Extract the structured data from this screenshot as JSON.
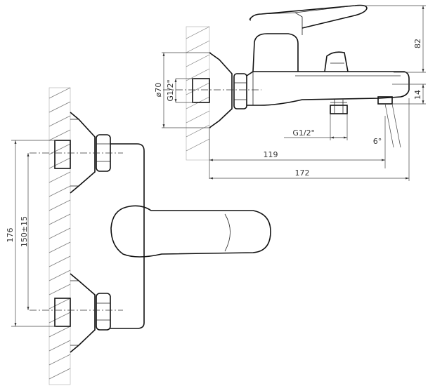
{
  "dimensions": {
    "height_total": "176",
    "spacing": "150±15",
    "top_height": "82",
    "spout_depth": "14",
    "wall_diameter": "ø70",
    "thread_inlet": "G1/2\"",
    "thread_outlet": "G1/2\"",
    "angle": "6°",
    "reach_119": "119",
    "reach_172": "172"
  }
}
